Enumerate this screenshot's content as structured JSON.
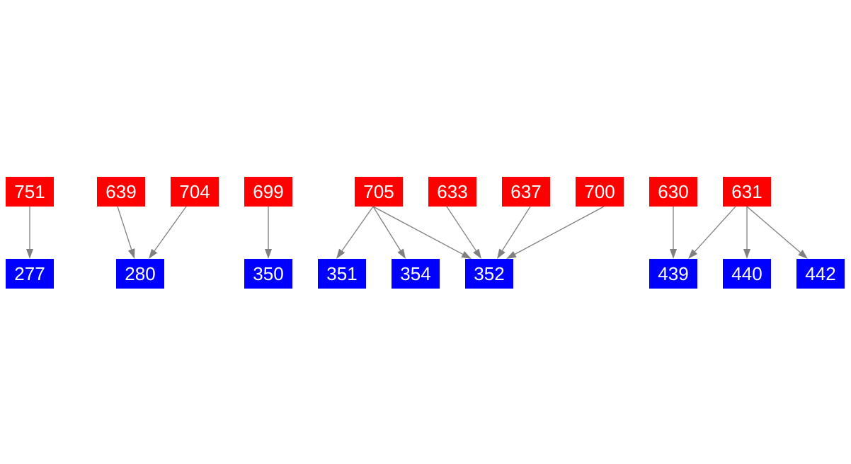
{
  "colors": {
    "source": "#ff0000",
    "target": "#0000ff",
    "edge": "#808080",
    "label": "#ffffff",
    "background": "#ffffff"
  },
  "nodes": [
    {
      "id": "751",
      "label": "751",
      "role": "source"
    },
    {
      "id": "639",
      "label": "639",
      "role": "source"
    },
    {
      "id": "704",
      "label": "704",
      "role": "source"
    },
    {
      "id": "699",
      "label": "699",
      "role": "source"
    },
    {
      "id": "705",
      "label": "705",
      "role": "source"
    },
    {
      "id": "633",
      "label": "633",
      "role": "source"
    },
    {
      "id": "637",
      "label": "637",
      "role": "source"
    },
    {
      "id": "700",
      "label": "700",
      "role": "source"
    },
    {
      "id": "630",
      "label": "630",
      "role": "source"
    },
    {
      "id": "631",
      "label": "631",
      "role": "source"
    },
    {
      "id": "277",
      "label": "277",
      "role": "target"
    },
    {
      "id": "280",
      "label": "280",
      "role": "target"
    },
    {
      "id": "350",
      "label": "350",
      "role": "target"
    },
    {
      "id": "351",
      "label": "351",
      "role": "target"
    },
    {
      "id": "354",
      "label": "354",
      "role": "target"
    },
    {
      "id": "352",
      "label": "352",
      "role": "target"
    },
    {
      "id": "439",
      "label": "439",
      "role": "target"
    },
    {
      "id": "440",
      "label": "440",
      "role": "target"
    },
    {
      "id": "442",
      "label": "442",
      "role": "target"
    }
  ],
  "edges": [
    {
      "from": "751",
      "to": "277"
    },
    {
      "from": "639",
      "to": "280"
    },
    {
      "from": "704",
      "to": "280"
    },
    {
      "from": "699",
      "to": "350"
    },
    {
      "from": "705",
      "to": "351"
    },
    {
      "from": "705",
      "to": "354"
    },
    {
      "from": "705",
      "to": "352"
    },
    {
      "from": "633",
      "to": "352"
    },
    {
      "from": "637",
      "to": "352"
    },
    {
      "from": "700",
      "to": "352"
    },
    {
      "from": "630",
      "to": "439"
    },
    {
      "from": "631",
      "to": "439"
    },
    {
      "from": "631",
      "to": "440"
    },
    {
      "from": "631",
      "to": "442"
    }
  ]
}
